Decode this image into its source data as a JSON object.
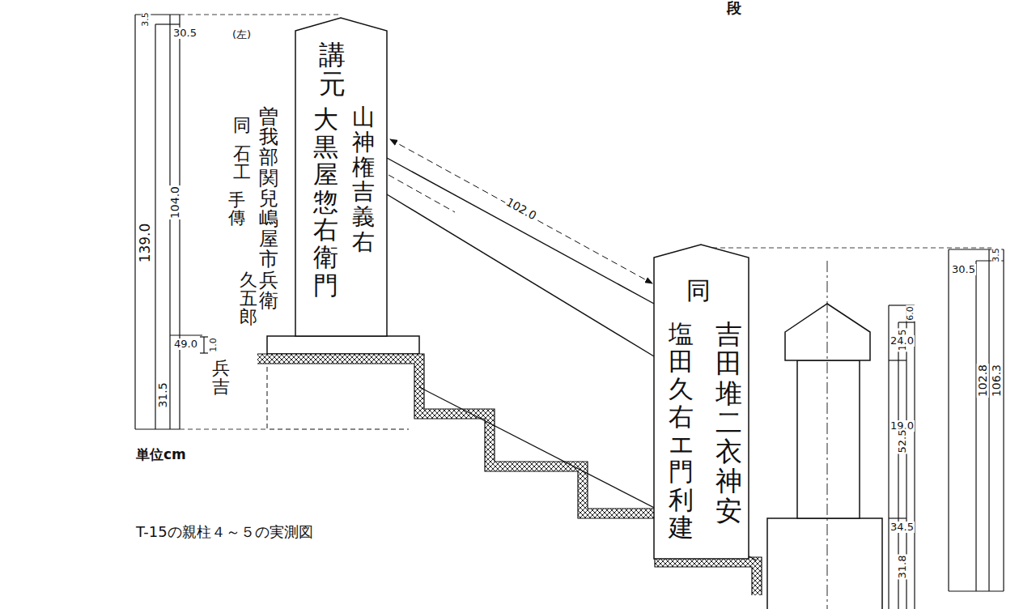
{
  "diagram": {
    "caption": "T-15の親柱４～５の実測図",
    "nodes": [
      {
        "text": [
          "講元",
          "山神権吉義右",
          "大黒屋惣右衛門"
        ]
      },
      {
        "text": [
          "同",
          "吉田堆二衣神安",
          "塩田久右エ門利建"
        ]
      }
    ],
    "edges": [
      {
        "from": 0,
        "to": 1,
        "arrow": "none"
      }
    ],
    "labels": [
      "段",
      "(左)",
      "曽我部関兒嶋屋市兵衛",
      "同",
      "石工",
      "手傳",
      "久五郎",
      "兵吉",
      "3.5",
      "30.5",
      "139.0",
      "104.0",
      "49.0",
      "1.0",
      "31.5",
      "102.0",
      "6.0",
      "12.5",
      "24.0",
      "19.0",
      "52.5",
      "34.5",
      "31.8",
      "3.5",
      "30.5",
      "102.8",
      "106.3",
      "単位cm"
    ]
  }
}
